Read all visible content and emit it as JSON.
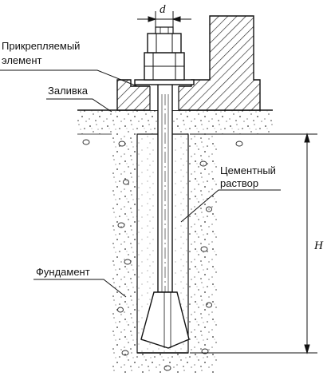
{
  "labels": {
    "attached_line1": "Прикрепляемый",
    "attached_line2": "элемент",
    "fill": "Заливка",
    "mortar_line1": "Цементный",
    "mortar_line2": "раствор",
    "foundation": "Фундамент",
    "dim_d": "d",
    "dim_H": "H"
  }
}
